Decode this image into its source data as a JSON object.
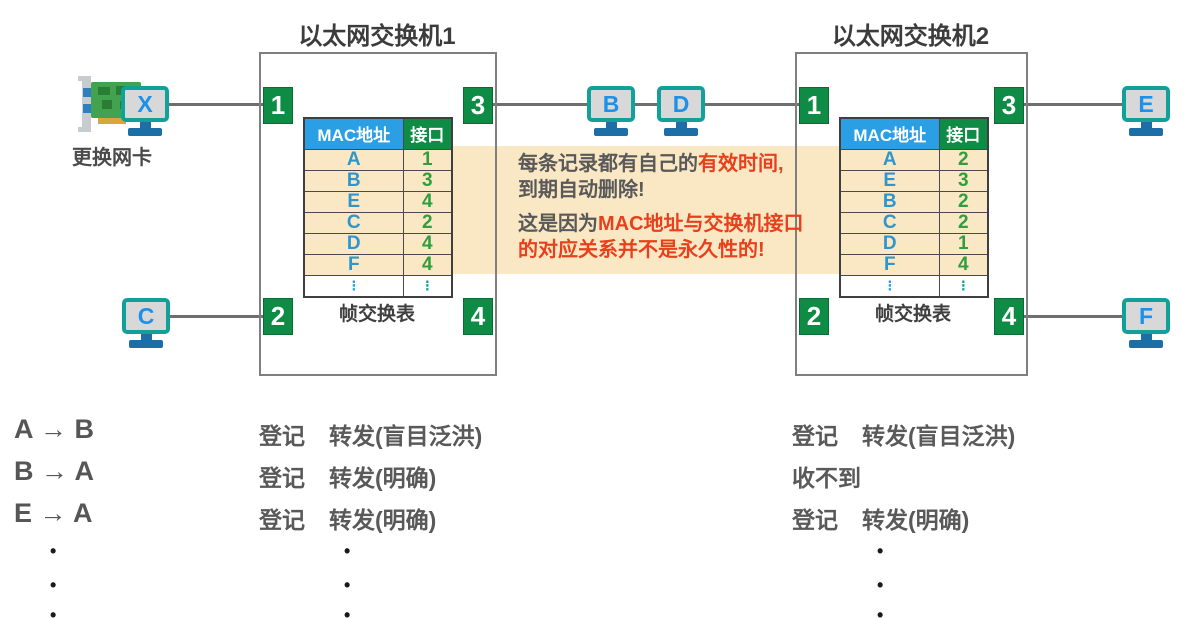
{
  "nic": {
    "label": "更换网卡"
  },
  "computers": {
    "x": "X",
    "c": "C",
    "b": "B",
    "d": "D",
    "e": "E",
    "f": "F"
  },
  "switch1": {
    "title": "以太网交换机1",
    "ports": {
      "p1": "1",
      "p2": "2",
      "p3": "3",
      "p4": "4"
    },
    "table": {
      "headers": [
        "MAC地址",
        "接口"
      ],
      "rows": [
        [
          "A",
          "1"
        ],
        [
          "B",
          "3"
        ],
        [
          "E",
          "4"
        ],
        [
          "C",
          "2"
        ],
        [
          "D",
          "4"
        ],
        [
          "F",
          "4"
        ]
      ],
      "ellipsis": "⋮",
      "caption": "帧交换表"
    }
  },
  "switch2": {
    "title": "以太网交换机2",
    "ports": {
      "p1": "1",
      "p2": "2",
      "p3": "3",
      "p4": "4"
    },
    "table": {
      "headers": [
        "MAC地址",
        "接口"
      ],
      "rows": [
        [
          "A",
          "2"
        ],
        [
          "E",
          "3"
        ],
        [
          "B",
          "2"
        ],
        [
          "C",
          "2"
        ],
        [
          "D",
          "1"
        ],
        [
          "F",
          "4"
        ]
      ],
      "ellipsis": "⋮",
      "caption": "帧交换表"
    }
  },
  "callout": {
    "lines": [
      [
        {
          "text": "每条记录都有自己的",
          "color": "gray"
        },
        {
          "text": "有效时间,",
          "color": "red"
        }
      ],
      [
        {
          "text": "到期自动删除!",
          "color": "gray"
        }
      ],
      [
        {
          "text": "这是因为",
          "color": "gray"
        },
        {
          "text": "MAC地址与交换机接口",
          "color": "red"
        }
      ],
      [
        {
          "text": "的对应关系并不是永久性的!",
          "color": "red"
        }
      ]
    ]
  },
  "bottom": {
    "flows": [
      "A → B",
      "B → A",
      "E → A"
    ],
    "switch1_results": [
      [
        "登记",
        "转发(盲目泛洪)"
      ],
      [
        "登记",
        "转发(明确)"
      ],
      [
        "登记",
        "转发(明确)"
      ]
    ],
    "switch2_results": [
      [
        "登记",
        "转发(盲目泛洪)"
      ],
      [
        "收不到"
      ],
      [
        "登记",
        "转发(明确)"
      ]
    ],
    "dot": "•"
  },
  "colors": {
    "band": "#FAE7C3",
    "red_text": "#E8401C",
    "gray_text": "#595959",
    "port_green": "#0E8C45",
    "header_blue": "#2B9FE3",
    "mac_letter_blue": "#2E96CC",
    "port_number_green": "#2F9E3F",
    "monitor_teal": "#12A09A",
    "monitor_letter_blue": "#1E90E8",
    "stand_blue": "#1B6EA6",
    "line_gray": "#6F6F6F"
  }
}
